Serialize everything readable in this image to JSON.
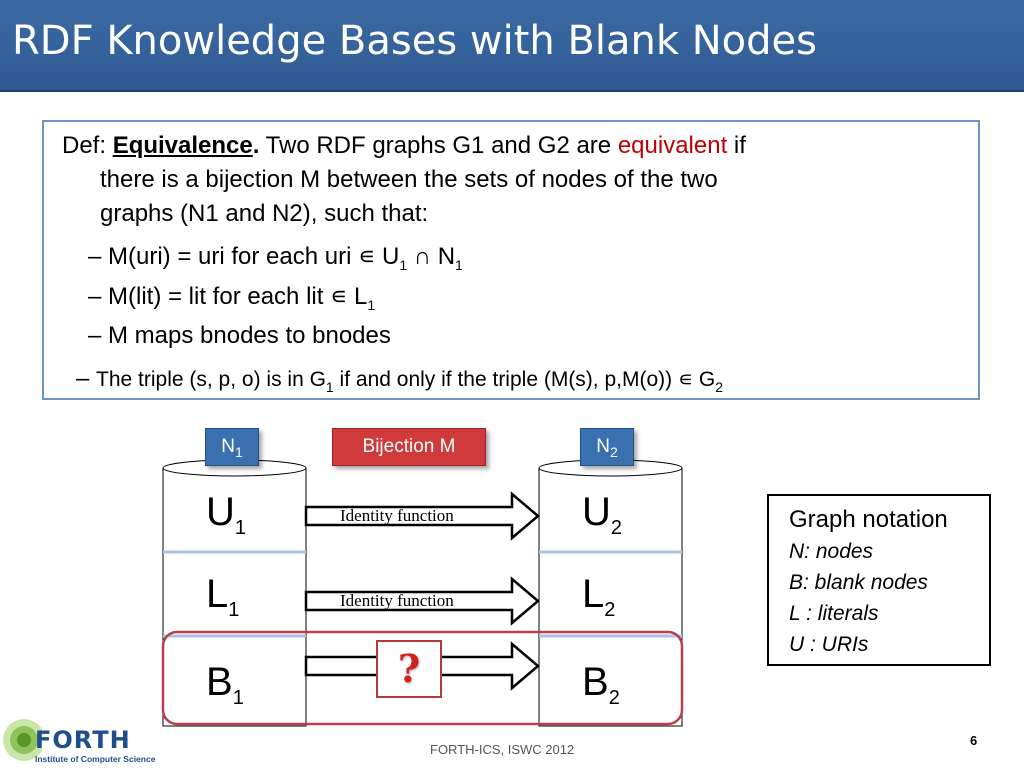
{
  "title": "RDF Knowledge Bases with Blank Nodes",
  "definition": {
    "prefix": "Def: ",
    "term": "Equivalence",
    "line1_text": " Two RDF graphs G1 and G2 are ",
    "line1_highlight": "equivalent",
    "line1_end": " if",
    "line2": "there is a bijection M  between the sets of nodes of the two",
    "line3": "graphs (N1 and N2), such that:",
    "bullet1": "– M(uri) = uri for each uri ∊ U",
    "bullet1_sub1": "1",
    "bullet1_mid": " ∩ N",
    "bullet1_sub2": "1",
    "bullet2": "– M(lit) = lit for each lit ∊ L",
    "bullet2_sub": "1",
    "bullet3": "– M maps bnodes to bnodes",
    "bullet4_dash": "– ",
    "bullet4": "The triple (s, p, o) is in G",
    "bullet4_sub1": "1",
    "bullet4_mid": " if and only if the triple (M(s), p,M(o)) ∊ G",
    "bullet4_sub2": "2"
  },
  "diagram": {
    "n1": "N",
    "n1_sub": "1",
    "n2": "N",
    "n2_sub": "2",
    "bijection": "Bijection M",
    "left": {
      "u": "U",
      "u_sub": "1",
      "l": "L",
      "l_sub": "1",
      "b": "B",
      "b_sub": "1"
    },
    "right": {
      "u": "U",
      "u_sub": "2",
      "l": "L",
      "l_sub": "2",
      "b": "B",
      "b_sub": "2"
    },
    "identity1": "Identity function",
    "identity2": "Identity function",
    "unknown": "?"
  },
  "notation": {
    "heading": "Graph notation",
    "items": [
      "N: nodes",
      "B: blank nodes",
      "L : literals",
      "U : URIs"
    ]
  },
  "footer": "FORTH-ICS, ISWC 2012",
  "page_number": "6",
  "logo": {
    "name": "FORTH",
    "subtitle": "Institute of Computer Science"
  },
  "colors": {
    "title_bar": "#3b6aa3",
    "highlight": "#c00000",
    "tag_blue": "#3a6fb0",
    "tag_red": "#d03a3a"
  }
}
